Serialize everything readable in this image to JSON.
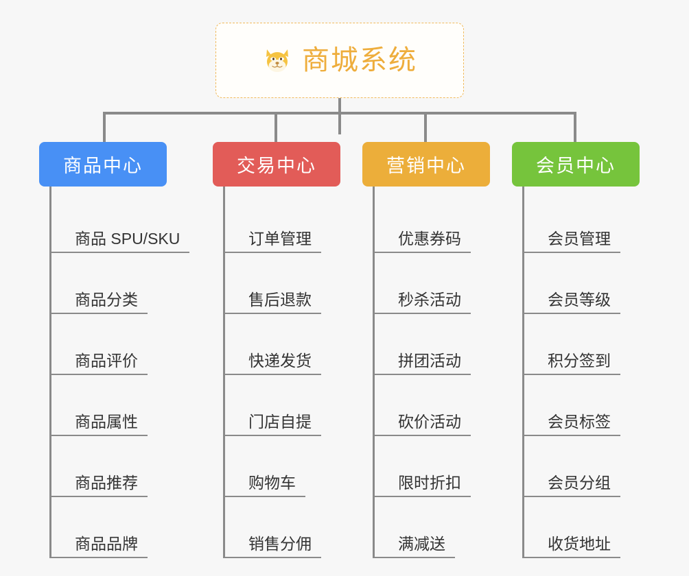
{
  "diagram": {
    "type": "mindmap",
    "background": "#f7f7f7",
    "root": {
      "title": "商城系统",
      "icon": "shiba-dog-face-icon",
      "text_color": "#eead3c",
      "border_color": "#f0b95a",
      "background": "#fffefb"
    },
    "connector_color": "#8a8a8a",
    "categories": [
      {
        "label": "商品中心",
        "color": "#4890f5",
        "items": [
          "商品 SPU/SKU",
          "商品分类",
          "商品评价",
          "商品属性",
          "商品推荐",
          "商品品牌"
        ]
      },
      {
        "label": "交易中心",
        "color": "#e25c58",
        "items": [
          "订单管理",
          "售后退款",
          "快递发货",
          "门店自提",
          "购物车",
          "销售分佣"
        ]
      },
      {
        "label": "营销中心",
        "color": "#ecae3a",
        "items": [
          "优惠券码",
          "秒杀活动",
          "拼团活动",
          "砍价活动",
          "限时折扣",
          "满减送"
        ]
      },
      {
        "label": "会员中心",
        "color": "#76c43c",
        "items": [
          "会员管理",
          "会员等级",
          "积分签到",
          "会员标签",
          "会员分组",
          "收货地址"
        ]
      }
    ]
  }
}
